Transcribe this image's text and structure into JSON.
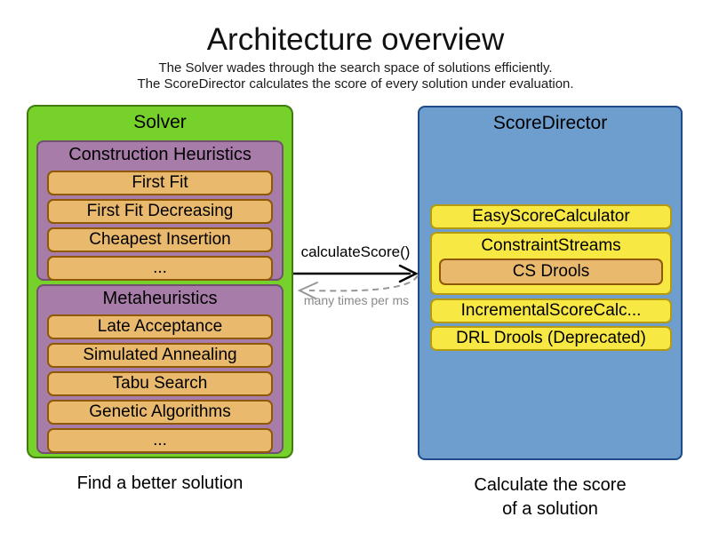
{
  "page": {
    "title": "Architecture overview",
    "subtitle_line1": "The Solver wades through the search space of solutions efficiently.",
    "subtitle_line2": "The ScoreDirector calculates the score of every solution under evaluation."
  },
  "solver": {
    "label": "Solver",
    "caption": "Find a better solution",
    "groups": [
      {
        "label": "Construction Heuristics",
        "items": [
          "First Fit",
          "First Fit Decreasing",
          "Cheapest Insertion",
          "..."
        ]
      },
      {
        "label": "Metaheuristics",
        "items": [
          "Late Acceptance",
          "Simulated Annealing",
          "Tabu Search",
          "Genetic Algorithms",
          "..."
        ]
      }
    ]
  },
  "score_director": {
    "label": "ScoreDirector",
    "caption_line1": "Calculate the score",
    "caption_line2": "of a solution",
    "items": [
      {
        "label": "EasyScoreCalculator"
      },
      {
        "label": "ConstraintStreams",
        "children": [
          "CS Drools"
        ]
      },
      {
        "label": "IncrementalScoreCalc..."
      },
      {
        "label": "DRL Drools (Deprecated)"
      }
    ]
  },
  "connector": {
    "call_label": "calculateScore()",
    "return_label": "many times per ms"
  },
  "colors": {
    "green": "#76d22b",
    "green-border": "#3f7d0e",
    "purple": "#a77ca8",
    "purple-border": "#72506f",
    "orange": "#e9b96e",
    "orange-border": "#8f5902",
    "yellow": "#f7e843",
    "yellow-border": "#b59a10",
    "blue": "#6d9ece",
    "blue-border": "#204a87"
  }
}
